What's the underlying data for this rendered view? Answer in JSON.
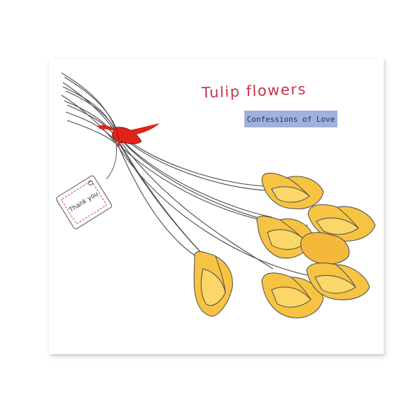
{
  "title": "Tulip flowers",
  "subtitle": "Confessions of Love",
  "tag_text": "Thank you",
  "colors": {
    "title": "#c9334d",
    "subtitle_bg": "#9fb1dc",
    "tulip_fill": "#f7c343",
    "tulip_light": "#fbd769",
    "ribbon": "#e0241b",
    "outline": "#4a4a4a"
  }
}
